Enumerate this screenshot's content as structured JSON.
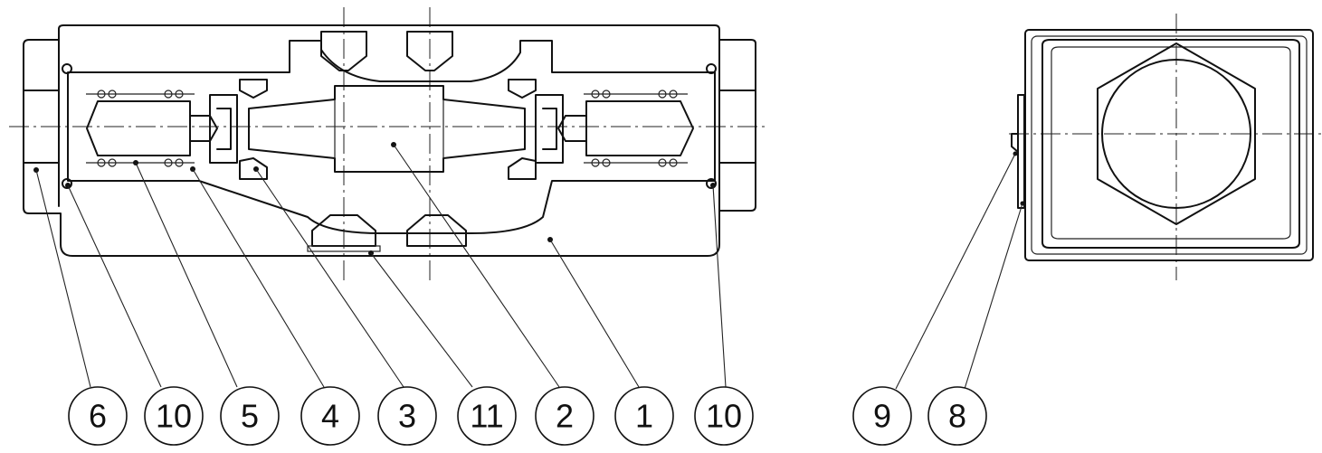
{
  "balloons_left": [
    "6",
    "10",
    "5",
    "4",
    "3",
    "11",
    "2",
    "1",
    "10"
  ],
  "balloons_right": [
    "9",
    "8"
  ]
}
